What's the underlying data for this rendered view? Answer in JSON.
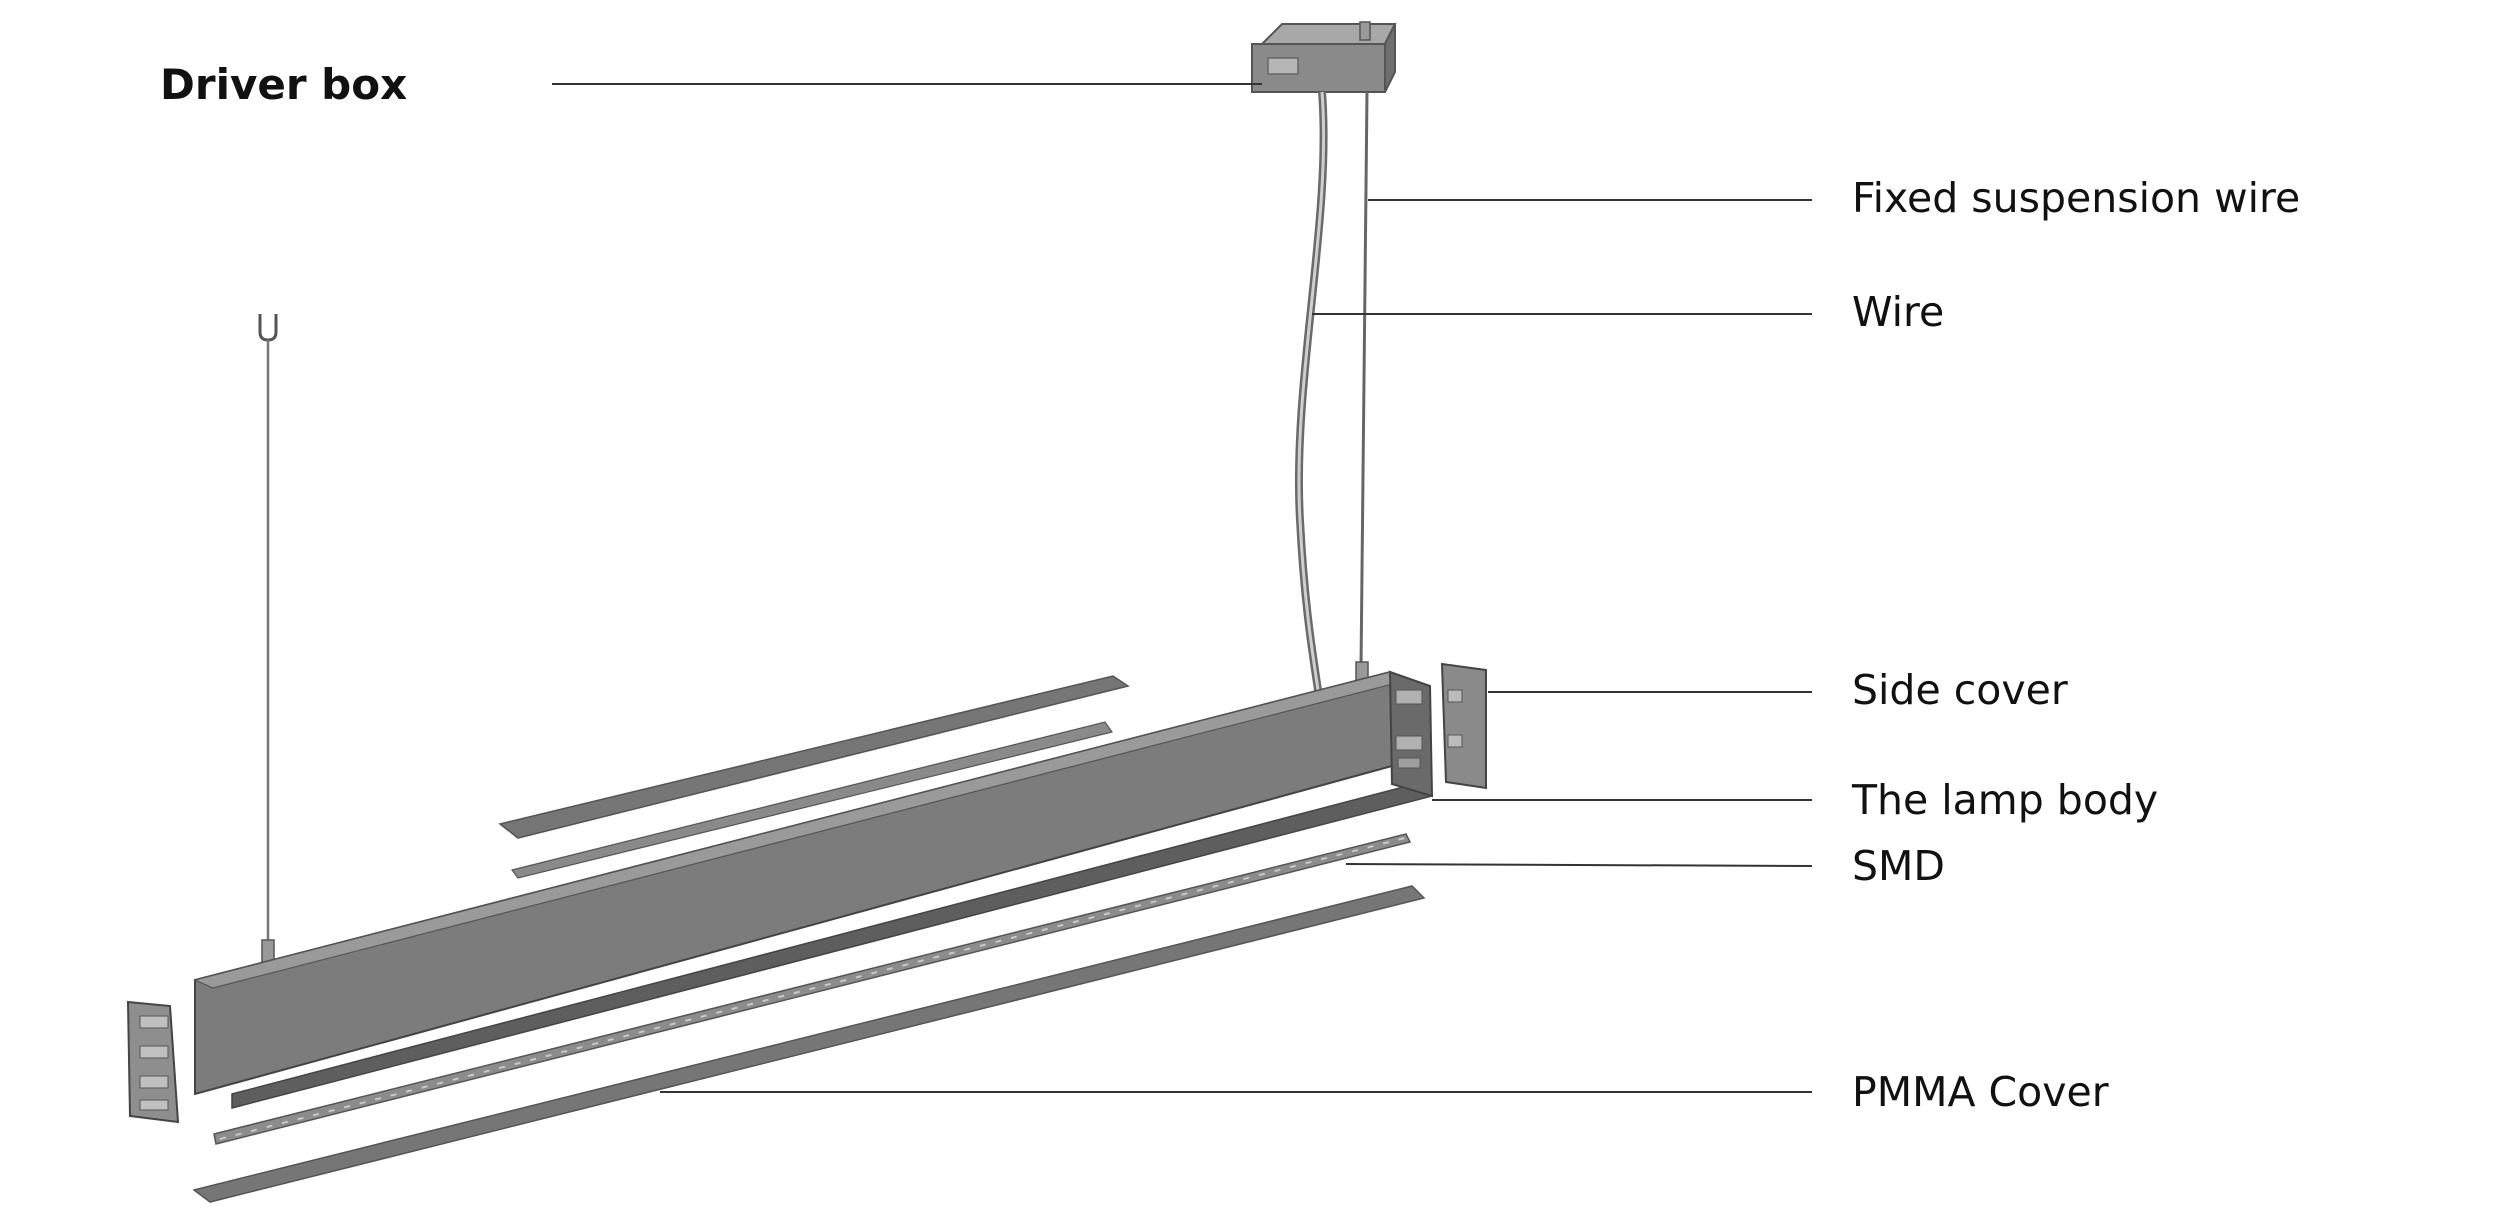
{
  "labels": {
    "driver_box": "Driver box",
    "fixed_suspension_wire": "Fixed suspension wire",
    "wire": "Wire",
    "side_cover": "Side cover",
    "lamp_body": "The lamp body",
    "smd": "SMD",
    "pmma_cover": "PMMA Cover"
  },
  "colors": {
    "body_front": "#7c7c7c",
    "body_top": "#9a9a9a",
    "body_dark": "#5e5e5e",
    "strip": "#6e6e6e",
    "background": "#ffffff"
  }
}
